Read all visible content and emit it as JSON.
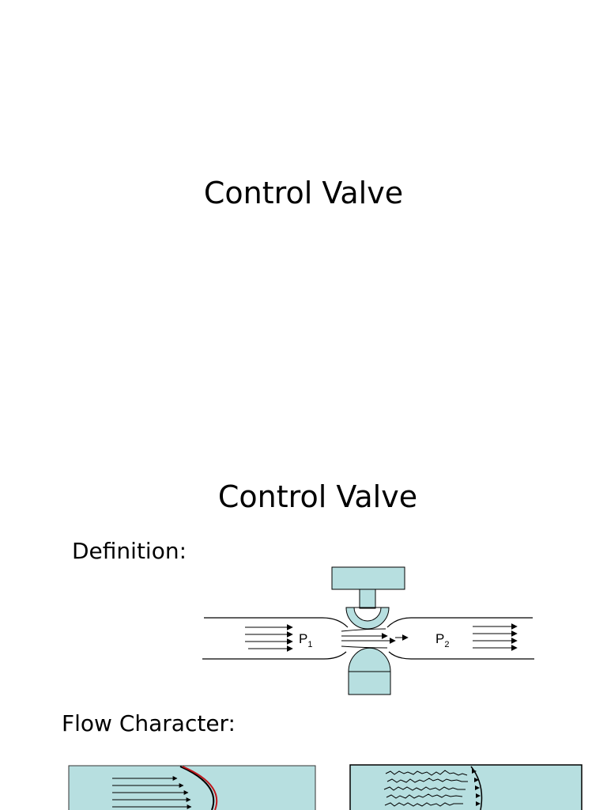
{
  "slide1": {
    "title": "Control Valve"
  },
  "slide2": {
    "title": "Control Valve",
    "definition_label": "Definition:",
    "flow_character_label": "Flow Character:",
    "valve_diagram": {
      "upstream_pressure": "P",
      "upstream_subscript": "1",
      "downstream_pressure": "P",
      "downstream_subscript": "2"
    }
  },
  "colors": {
    "fill": "#b7dfe0",
    "stroke": "#000000",
    "boundary_red": "#c0181c"
  }
}
